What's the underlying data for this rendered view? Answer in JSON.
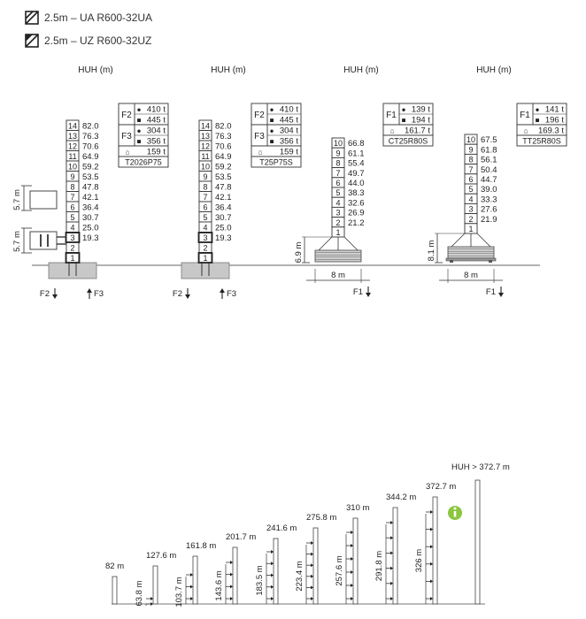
{
  "legend": [
    {
      "text": "2.5m – UA  R600-32UA",
      "icon": "mast-section-icon"
    },
    {
      "text": "2.5m – UZ  R600-32UZ",
      "icon": "mast-section-icon"
    }
  ],
  "huh_label": "HUH (m)",
  "configs": [
    {
      "base": "T2026P75",
      "sections": [
        {
          "n": "14",
          "h": "82.0"
        },
        {
          "n": "13",
          "h": "76.3"
        },
        {
          "n": "12",
          "h": "70.6"
        },
        {
          "n": "11",
          "h": "64.9"
        },
        {
          "n": "10",
          "h": "59.2"
        },
        {
          "n": "9",
          "h": "53.5"
        },
        {
          "n": "8",
          "h": "47.8"
        },
        {
          "n": "7",
          "h": "42.1"
        },
        {
          "n": "6",
          "h": "36.4"
        },
        {
          "n": "5",
          "h": "30.7"
        },
        {
          "n": "4",
          "h": "25.0"
        },
        {
          "n": "3",
          "h": "19.3"
        },
        {
          "n": "2",
          "h": ""
        },
        {
          "n": "1",
          "h": ""
        }
      ],
      "forces": [
        {
          "label": "F2",
          "rows": [
            {
              "sym": "●",
              "val": "410 t"
            },
            {
              "sym": "■",
              "val": "445 t"
            }
          ]
        },
        {
          "label": "F3",
          "rows": [
            {
              "sym": "●",
              "val": "304 t"
            },
            {
              "sym": "■",
              "val": "356 t"
            }
          ]
        },
        {
          "label": "",
          "rows": [
            {
              "sym": "⌂",
              "val": "159 t"
            }
          ]
        }
      ],
      "dims": [
        "5.7 m",
        "5.7 m"
      ],
      "arrows": [
        "F2",
        "F3"
      ]
    },
    {
      "base": "T25P75S",
      "sections": [
        {
          "n": "14",
          "h": "82.0"
        },
        {
          "n": "13",
          "h": "76.3"
        },
        {
          "n": "12",
          "h": "70.6"
        },
        {
          "n": "11",
          "h": "64.9"
        },
        {
          "n": "10",
          "h": "59.2"
        },
        {
          "n": "9",
          "h": "53.5"
        },
        {
          "n": "8",
          "h": "47.8"
        },
        {
          "n": "7",
          "h": "42.1"
        },
        {
          "n": "6",
          "h": "36.4"
        },
        {
          "n": "5",
          "h": "30.7"
        },
        {
          "n": "4",
          "h": "25.0"
        },
        {
          "n": "3",
          "h": "19.3"
        },
        {
          "n": "2",
          "h": ""
        },
        {
          "n": "1",
          "h": ""
        }
      ],
      "forces": [
        {
          "label": "F2",
          "rows": [
            {
              "sym": "●",
              "val": "410 t"
            },
            {
              "sym": "■",
              "val": "445 t"
            }
          ]
        },
        {
          "label": "F3",
          "rows": [
            {
              "sym": "●",
              "val": "304 t"
            },
            {
              "sym": "■",
              "val": "356 t"
            }
          ]
        },
        {
          "label": "",
          "rows": [
            {
              "sym": "⌂",
              "val": "159 t"
            }
          ]
        }
      ],
      "arrows": [
        "F2",
        "F3"
      ]
    },
    {
      "base": "CT25R80S",
      "sections": [
        {
          "n": "10",
          "h": "66.8"
        },
        {
          "n": "9",
          "h": "61.1"
        },
        {
          "n": "8",
          "h": "55.4"
        },
        {
          "n": "7",
          "h": "49.7"
        },
        {
          "n": "6",
          "h": "44.0"
        },
        {
          "n": "5",
          "h": "38.3"
        },
        {
          "n": "4",
          "h": "32.6"
        },
        {
          "n": "3",
          "h": "26.9"
        },
        {
          "n": "2",
          "h": "21.2"
        },
        {
          "n": "1",
          "h": ""
        }
      ],
      "forces": [
        {
          "label": "F1",
          "rows": [
            {
              "sym": "●",
              "val": "139 t"
            },
            {
              "sym": "■",
              "val": "194 t"
            }
          ]
        },
        {
          "label": "",
          "rows": [
            {
              "sym": "⌂",
              "val": "161.7 t"
            }
          ]
        }
      ],
      "dims": [
        "6.9 m",
        "8 m"
      ],
      "arrows": [
        "F1"
      ]
    },
    {
      "base": "TT25R80S",
      "sections": [
        {
          "n": "10",
          "h": "67.5"
        },
        {
          "n": "9",
          "h": "61.8"
        },
        {
          "n": "8",
          "h": "56.1"
        },
        {
          "n": "7",
          "h": "50.4"
        },
        {
          "n": "6",
          "h": "44.7"
        },
        {
          "n": "5",
          "h": "39.0"
        },
        {
          "n": "4",
          "h": "33.3"
        },
        {
          "n": "3",
          "h": "27.6"
        },
        {
          "n": "2",
          "h": "21.9"
        },
        {
          "n": "1",
          "h": ""
        }
      ],
      "forces": [
        {
          "label": "F1",
          "rows": [
            {
              "sym": "●",
              "val": "141 t"
            },
            {
              "sym": "■",
              "val": "196 t"
            }
          ]
        },
        {
          "label": "",
          "rows": [
            {
              "sym": "⌂",
              "val": "169.3 t"
            }
          ]
        }
      ],
      "dims": [
        "8.1 m",
        "8 m"
      ],
      "arrows": [
        "F1"
      ]
    }
  ],
  "progression": {
    "towers": [
      {
        "top": "82 m",
        "tie": ""
      },
      {
        "top": "127.6 m",
        "tie": "63.8 m"
      },
      {
        "top": "161.8 m",
        "tie": "103.7 m"
      },
      {
        "top": "201.7 m",
        "tie": "143.6 m"
      },
      {
        "top": "241.6 m",
        "tie": "183.5 m"
      },
      {
        "top": "275.8 m",
        "tie": "223.4 m"
      },
      {
        "top": "310 m",
        "tie": "257.6 m"
      },
      {
        "top": "344.2 m",
        "tie": "291.8 m"
      },
      {
        "top": "372.7 m",
        "tie": "326 m"
      }
    ],
    "final_label": "HUH > 372.7 m",
    "info_color": "#8cc63f"
  }
}
